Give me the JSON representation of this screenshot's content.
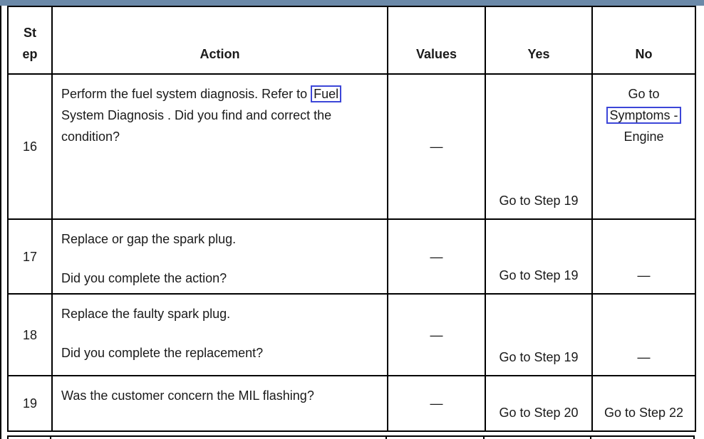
{
  "colors": {
    "top_bar": "#6b89a8",
    "link_box": "#3c46d8",
    "table_border": "#000000",
    "text": "#1a1a1a"
  },
  "table": {
    "headers": {
      "step": "St\nep",
      "action": "Action",
      "values": "Values",
      "yes": "Yes",
      "no": "No"
    },
    "rows": [
      {
        "step": "16",
        "action_pre": "Perform the fuel system diagnosis. Refer to ",
        "action_link": "Fuel",
        "action_post": "System Diagnosis . Did you find and correct the condition?",
        "values": "—",
        "yes": "Go to Step 19",
        "no_pre": "Go to ",
        "no_link": "Symptoms -",
        "no_post": "Engine"
      },
      {
        "step": "17",
        "action_line1": "Replace or gap the spark plug.",
        "action_line2": "Did you complete the action?",
        "values": "—",
        "yes": "Go to Step 19",
        "no": "—"
      },
      {
        "step": "18",
        "action_line1": "Replace the faulty spark plug.",
        "action_line2": "Did you complete the replacement?",
        "values": "—",
        "yes": "Go to Step 19",
        "no": "—"
      },
      {
        "step": "19",
        "action": "Was the customer concern the MIL flashing?",
        "values": "—",
        "yes": "Go to Step 20",
        "no": "Go to Step 22"
      }
    ]
  }
}
